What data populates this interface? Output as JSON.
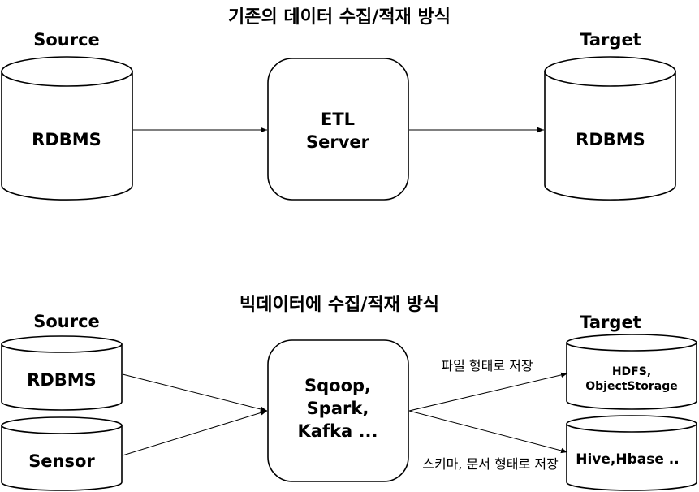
{
  "legacy": {
    "title": "기존의 데이터 수집/적재 방식",
    "source_label": "Source",
    "target_label": "Target",
    "source_db": "RDBMS",
    "etl_line1": "ETL",
    "etl_line2": "Server",
    "target_db": "RDBMS"
  },
  "bigdata": {
    "title": "빅데이터에 수집/적재 방식",
    "source_label": "Source",
    "target_label": "Target",
    "sources": [
      "RDBMS",
      "Sensor"
    ],
    "tools_line1": "Sqoop,",
    "tools_line2": "Spark,",
    "tools_line3": "Kafka ...",
    "target1_line1": "HDFS,",
    "target1_line2": "ObjectStorage",
    "target2": "Hive,Hbase ..",
    "edge1_label": "파일 형태로 저장",
    "edge2_label": "스키마, 문서 형태로 저장"
  },
  "colors": {
    "stroke": "#000000",
    "fill": "#ffffff",
    "text": "#000000"
  }
}
